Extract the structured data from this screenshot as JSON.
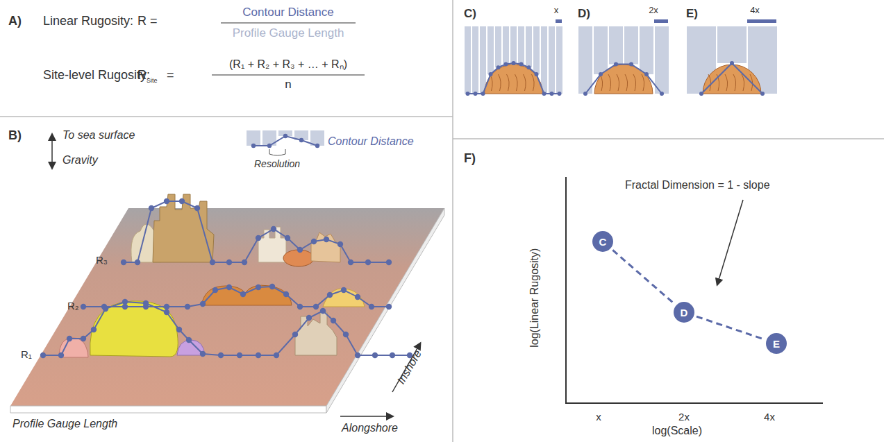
{
  "diagram": {
    "nodes": [
      {
        "text": [
          "C"
        ]
      },
      {
        "text": [
          "D"
        ]
      },
      {
        "text": [
          "E"
        ]
      }
    ],
    "edges": [
      {
        "from": 0,
        "to": 1,
        "arrow": "none"
      },
      {
        "from": 1,
        "to": 2,
        "arrow": "none"
      }
    ],
    "labels": [
      "A)",
      "Linear Rugosity:",
      "R =",
      "Contour Distance",
      "Profile Gauge Length",
      "Site-level Rugosity:",
      "R",
      "Site",
      "=",
      "(R₁ + R₂ + R₃ + … + Rₙ)",
      "n",
      "B)",
      "To sea surface",
      "Gravity",
      "Contour Distance",
      "Resolution",
      "R₃",
      "R₂",
      "R₁",
      "Inshore",
      "Profile Gauge Length",
      "Alongshore",
      "C)",
      "x",
      "D)",
      "2x",
      "E)",
      "4x",
      "F)",
      "Fractal Dimension = 1 - slope",
      "log(Linear Rugosity)",
      "x",
      "2x",
      "4x",
      "log(Scale)"
    ]
  }
}
